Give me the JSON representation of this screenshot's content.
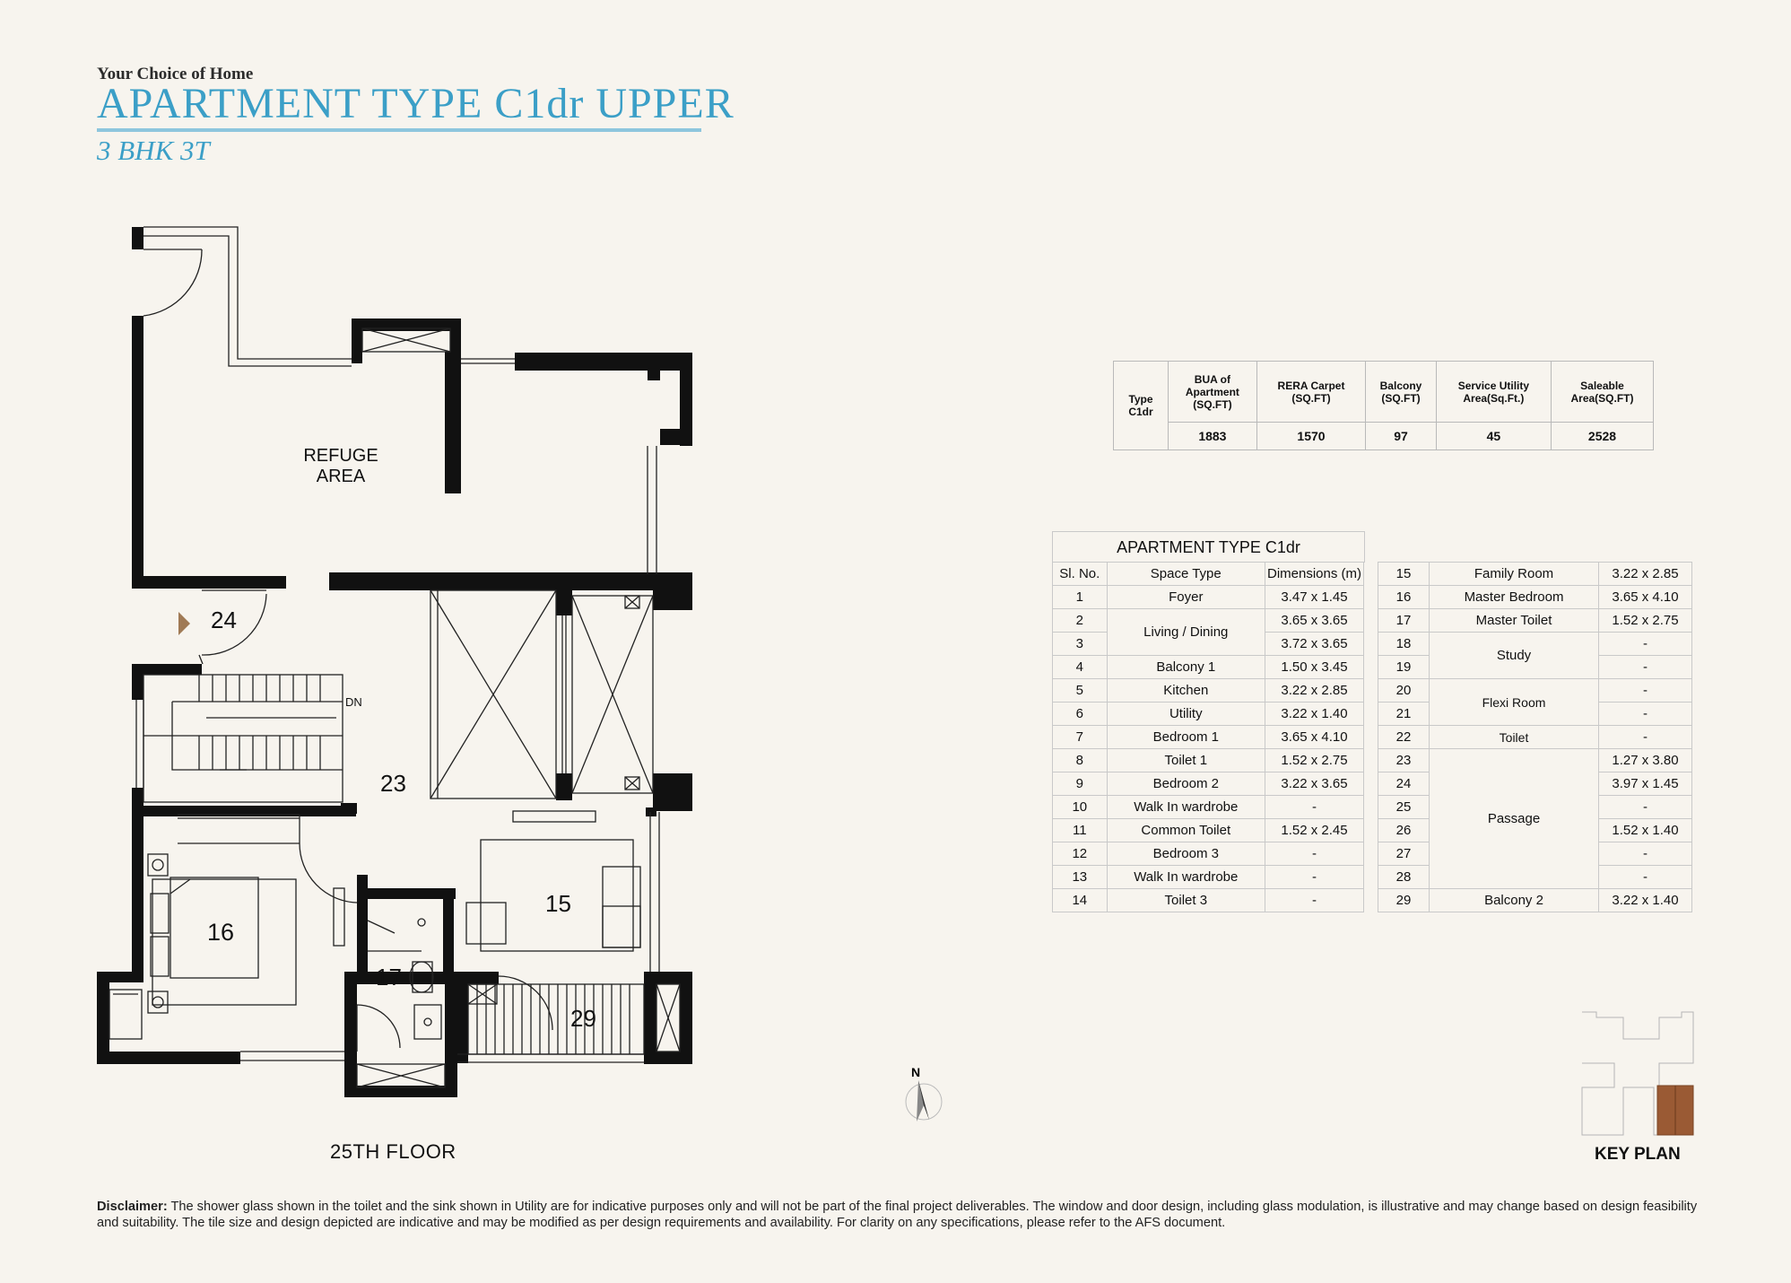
{
  "header": {
    "tagline": "Your Choice of Home",
    "title": "APARTMENT TYPE C1dr UPPER",
    "subtitle": "3 BHK 3T"
  },
  "area_summary": {
    "type_label_line1": "Type",
    "type_label_line2": "C1dr",
    "columns": [
      {
        "label_lines": [
          "BUA of",
          "Apartment",
          "(SQ.FT)"
        ],
        "value": "1883"
      },
      {
        "label_lines": [
          "RERA Carpet",
          "(SQ.FT)"
        ],
        "value": "1570"
      },
      {
        "label_lines": [
          "Balcony",
          "(SQ.FT)"
        ],
        "value": "97"
      },
      {
        "label_lines": [
          "Service Utility",
          "Area(Sq.Ft.)"
        ],
        "value": "45"
      },
      {
        "label_lines": [
          "Saleable",
          "Area(SQ.FT)"
        ],
        "value": "2528"
      }
    ]
  },
  "rooms_table": {
    "title": "APARTMENT TYPE C1dr",
    "headers": [
      "Sl. No.",
      "Space Type",
      "Dimensions (m)"
    ],
    "left_rows": [
      {
        "no": "1",
        "space": "Foyer",
        "dim": "3.47 x 1.45"
      },
      {
        "no": "2",
        "space": "Living / Dining",
        "dim": "3.65 x 3.65"
      },
      {
        "no": "3",
        "space": "",
        "dim": "3.72 x 3.65"
      },
      {
        "no": "4",
        "space": "Balcony 1",
        "dim": "1.50 x 3.45"
      },
      {
        "no": "5",
        "space": "Kitchen",
        "dim": "3.22 x 2.85"
      },
      {
        "no": "6",
        "space": "Utility",
        "dim": "3.22 x 1.40"
      },
      {
        "no": "7",
        "space": "Bedroom 1",
        "dim": "3.65 x 4.10"
      },
      {
        "no": "8",
        "space": "Toilet 1",
        "dim": "1.52 x 2.75"
      },
      {
        "no": "9",
        "space": "Bedroom 2",
        "dim": "3.22 x 3.65"
      },
      {
        "no": "10",
        "space": "Walk In wardrobe",
        "dim": "-"
      },
      {
        "no": "11",
        "space": "Common Toilet",
        "dim": "1.52 x 2.45"
      },
      {
        "no": "12",
        "space": "Bedroom 3",
        "dim": "-"
      },
      {
        "no": "13",
        "space": "Walk In wardrobe",
        "dim": "-"
      },
      {
        "no": "14",
        "space": "Toilet 3",
        "dim": "-"
      }
    ],
    "right_rows": [
      {
        "no": "15",
        "space": "Family Room",
        "dim": "3.22 x 2.85"
      },
      {
        "no": "16",
        "space": "Master Bedroom",
        "dim": "3.65 x 4.10"
      },
      {
        "no": "17",
        "space": "Master Toilet",
        "dim": "1.52 x 2.75"
      },
      {
        "no": "18",
        "space": "Study",
        "dim": "-"
      },
      {
        "no": "19",
        "space": "",
        "dim": "-"
      },
      {
        "no": "20",
        "space": "Flexi Room",
        "dim": "-"
      },
      {
        "no": "21",
        "space": "",
        "dim": "-"
      },
      {
        "no": "22",
        "space": "Toilet",
        "dim": "-"
      },
      {
        "no": "23",
        "space": "Passage",
        "dim": "1.27 x 3.80"
      },
      {
        "no": "24",
        "space": "",
        "dim": "3.97 x 1.45"
      },
      {
        "no": "25",
        "space": "",
        "dim": "-"
      },
      {
        "no": "26",
        "space": "",
        "dim": "1.52 x 1.40"
      },
      {
        "no": "27",
        "space": "",
        "dim": "-"
      },
      {
        "no": "28",
        "space": "",
        "dim": "-"
      },
      {
        "no": "29",
        "space": "Balcony 2",
        "dim": "3.22 x 1.40"
      }
    ]
  },
  "plan": {
    "refuge_line1": "REFUGE",
    "refuge_line2": "AREA",
    "stair_dn": "DN",
    "room_numbers": {
      "r24": "24",
      "r23": "23",
      "r16": "16",
      "r15": "15",
      "r17": "17",
      "r29": "29"
    },
    "floor_label": "25TH FLOOR",
    "north": "N",
    "accent_color": "#3b9fc7",
    "keyplan_highlight": "#9a5a34"
  },
  "keyplan_label": "KEY PLAN",
  "disclaimer": {
    "label": "Disclaimer:",
    "text": " The shower glass shown in the toilet and the sink shown in Utility are for indicative purposes only and will not be part of the final project deliverables. The window and door design, including glass modulation, is illustrative and may change based on design feasibility and suitability. The tile size and design depicted are indicative and may be modified as per design requirements and availability. For clarity on any specifications, please refer to the AFS document."
  }
}
